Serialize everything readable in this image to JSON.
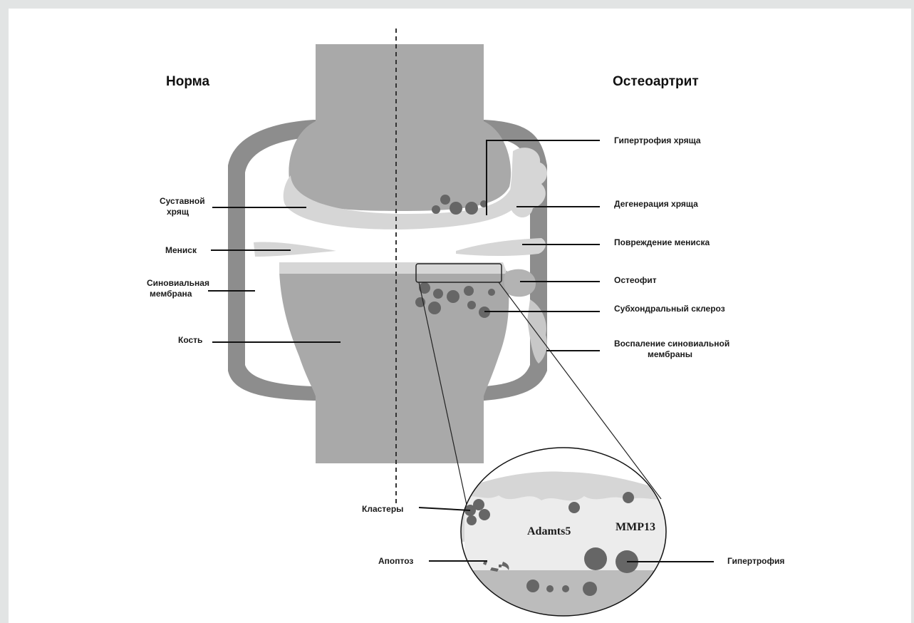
{
  "headings": {
    "normal": "Норма",
    "oa": "Остеоартрит"
  },
  "left_labels": {
    "cartilage_1": "Суставной",
    "cartilage_2": "хрящ",
    "meniscus": "Мениск",
    "synovial_1": "Синовиальная",
    "synovial_2": "мембрана",
    "bone": "Кость"
  },
  "right_labels": {
    "hypertrophy_cartilage": "Гипертрофия хряща",
    "degeneration": "Дегенерация хряща",
    "meniscus_damage": "Повреждение мениска",
    "osteophyte": "Остеофит",
    "sclerosis": "Субхондральный склероз",
    "inflammation_1": "Воспаление синовиальной",
    "inflammation_2": "мембраны"
  },
  "inset": {
    "clusters": "Кластеры",
    "apoptosis": "Апоптоз",
    "hypertrophy": "Гипертрофия",
    "adamts5": "Adamts5",
    "mmp13": "MMP13"
  },
  "colors": {
    "bone": "#a9a9a9",
    "capsule": "#8d8d8d",
    "cartilage": "#d6d6d6",
    "cells": "#666666",
    "frame": "#e2e4e4"
  }
}
